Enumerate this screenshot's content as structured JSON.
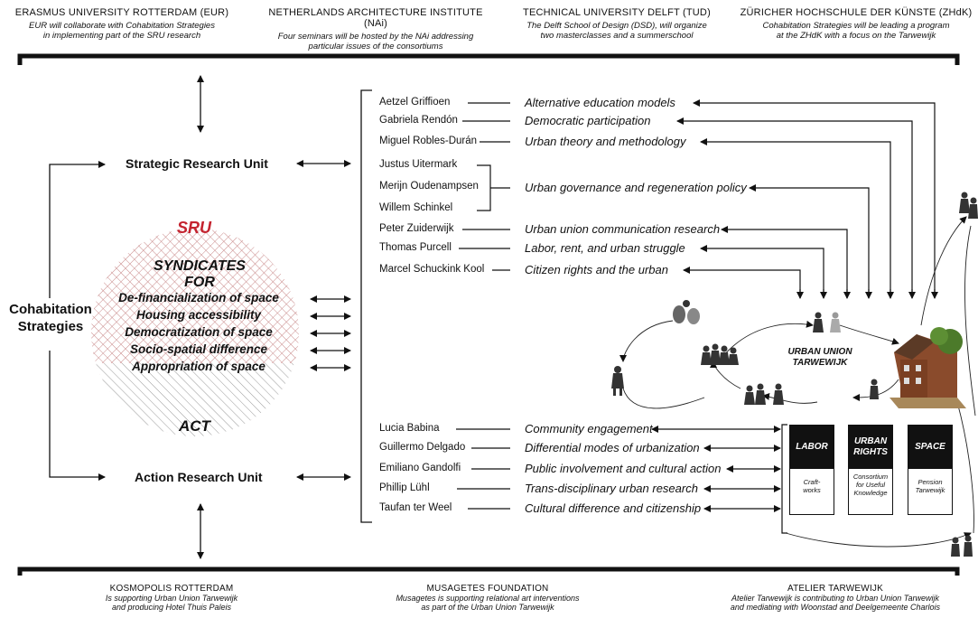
{
  "partners_top": [
    {
      "title": "ERASMUS UNIVERSITY ROTTERDAM (EUR)",
      "line1": "EUR will collaborate with Cohabitation Strategies",
      "line2": "in implementing part of the SRU research"
    },
    {
      "title": "NETHERLANDS ARCHITECTURE INSTITUTE (NAi)",
      "line1": "Four seminars will be hosted by the NAi addressing",
      "line2": "particular issues of the consortiums"
    },
    {
      "title": "TECHNICAL UNIVERSITY DELFT (TUD)",
      "line1": "The Delft School of Design (DSD), will organize",
      "line2": "two masterclasses and a summerschool"
    },
    {
      "title": "ZÜRICHER HOCHSCHULE DER KÜNSTE (ZHdK)",
      "line1": "Cohabitation Strategies will be leading a program",
      "line2": "at the ZHdK with a focus on the Tarwewijk"
    }
  ],
  "partners_bottom": [
    {
      "title": "KOSMOPOLIS ROTTERDAM",
      "line1": "Is supporting Urban Union Tarwewijk",
      "line2": "and producing Hotel Thuis Paleis"
    },
    {
      "title": "MUSAGETES FOUNDATION",
      "line1": "Musagetes is supporting relational art interventions",
      "line2": "as part of the Urban Union Tarwewijk"
    },
    {
      "title": "ATELIER TARWEWIJK",
      "line1": "Atelier Tarwewijk is contributing to Urban Union Tarwewijk",
      "line2": "and mediating with Woonstad and Deelgemeente Charlois"
    }
  ],
  "cohabitation": {
    "line1": "Cohabitation",
    "line2": "Strategies"
  },
  "strategic_unit": "Strategic Research Unit",
  "action_unit": "Action Research Unit",
  "circle": {
    "sru": "SRU",
    "head1": "SYNDICATES",
    "head2": "FOR",
    "items": [
      "De-financialization of space",
      "Housing accessibility",
      "Democratization of space",
      "Socio-spatial difference",
      "Appropriation of space"
    ],
    "act": "ACT"
  },
  "sru_people": [
    "Aetzel Griffioen",
    "Gabriela Rendón",
    "Miguel Robles-Durán",
    "Justus Uitermark",
    "Merijn Oudenampsen",
    "Willem Schinkel",
    "Peter Zuiderwijk",
    "Thomas Purcell",
    "Marcel Schuckink Kool"
  ],
  "sru_topics": [
    "Alternative education models",
    "Democratic participation",
    "Urban theory and methodology",
    "Urban governance and regeneration policy",
    "Urban union communication research",
    "Labor, rent, and urban struggle",
    "Citizen rights and the urban"
  ],
  "act_people": [
    "Lucia Babina",
    "Guillermo Delgado",
    "Emiliano Gandolfi",
    "Phillip Lühl",
    "Taufan ter Weel"
  ],
  "act_topics": [
    "Community engagement",
    "Differential modes of urbanization",
    "Public involvement and cultural action",
    "Trans-disciplinary urban research",
    "Cultural difference and citizenship"
  ],
  "urban_union": {
    "line1": "URBAN UNION",
    "line2": "TARWEWIJK"
  },
  "consortia": [
    {
      "top1": "LABOR",
      "top2": "",
      "b1": "Craft-",
      "b2": "works",
      "b3": ""
    },
    {
      "top1": "URBAN",
      "top2": "RIGHTS",
      "b1": "Consortium",
      "b2": "for Useful",
      "b3": "Knowledge"
    },
    {
      "top1": "SPACE",
      "top2": "",
      "b1": "Pension",
      "b2": "Tarwewijk",
      "b3": ""
    }
  ]
}
